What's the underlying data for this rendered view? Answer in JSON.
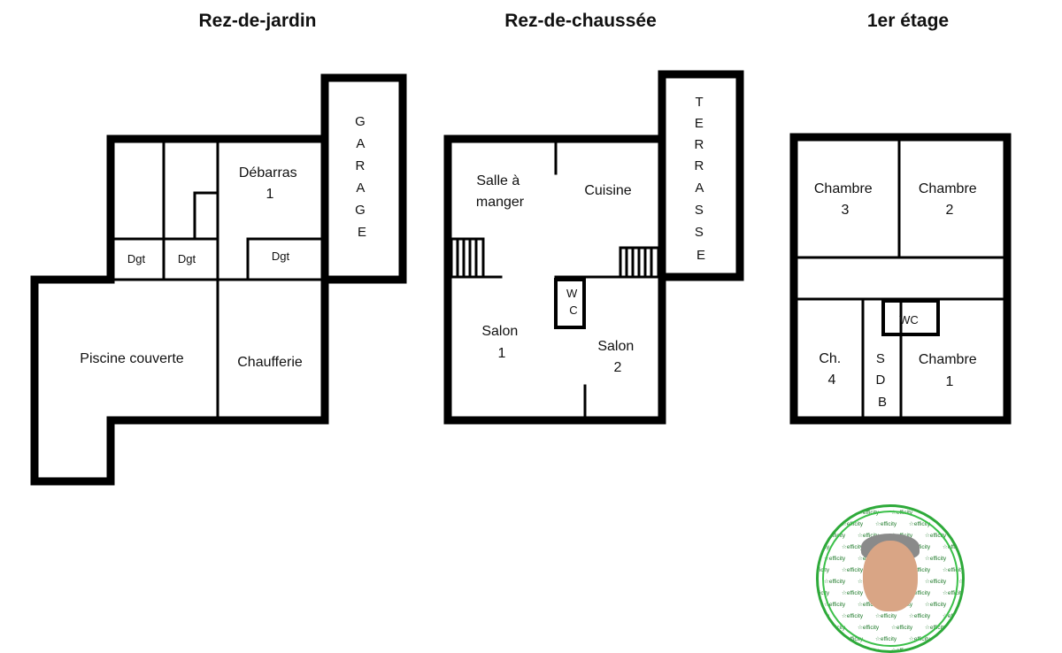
{
  "floors": [
    {
      "title": "Rez-de-jardin"
    },
    {
      "title": "Rez-de-chaussée"
    },
    {
      "title": "1er étage"
    }
  ],
  "rooms": {
    "garage": [
      "G",
      "A",
      "R",
      "A",
      "G",
      "E"
    ],
    "debarras": [
      "Débarras",
      "1"
    ],
    "dgt1": "Dgt",
    "dgt2": "Dgt",
    "dgt3": "Dgt",
    "piscine": "Piscine couverte",
    "chaufferie": "Chaufferie",
    "salle_manger": [
      "Salle à",
      "manger"
    ],
    "cuisine": "Cuisine",
    "terrasse": [
      "T",
      "E",
      "R",
      "R",
      "A",
      "S",
      "S",
      "E"
    ],
    "wc_rdc": [
      "W",
      "C"
    ],
    "salon1": [
      "Salon",
      "1"
    ],
    "salon2": [
      "Salon",
      "2"
    ],
    "chambre3": [
      "Chambre",
      "3"
    ],
    "chambre2": [
      "Chambre",
      "2"
    ],
    "wc_etage": "WC",
    "ch4": [
      "Ch.",
      "4"
    ],
    "sdb": [
      "S",
      "D",
      "B"
    ],
    "chambre1": [
      "Chambre",
      "1"
    ]
  },
  "badge": {
    "brand": "efficity",
    "icons": [
      "person-photo-icon"
    ],
    "colors": {
      "ring": "#2eaa3a",
      "text": "#1e7a2a"
    }
  }
}
